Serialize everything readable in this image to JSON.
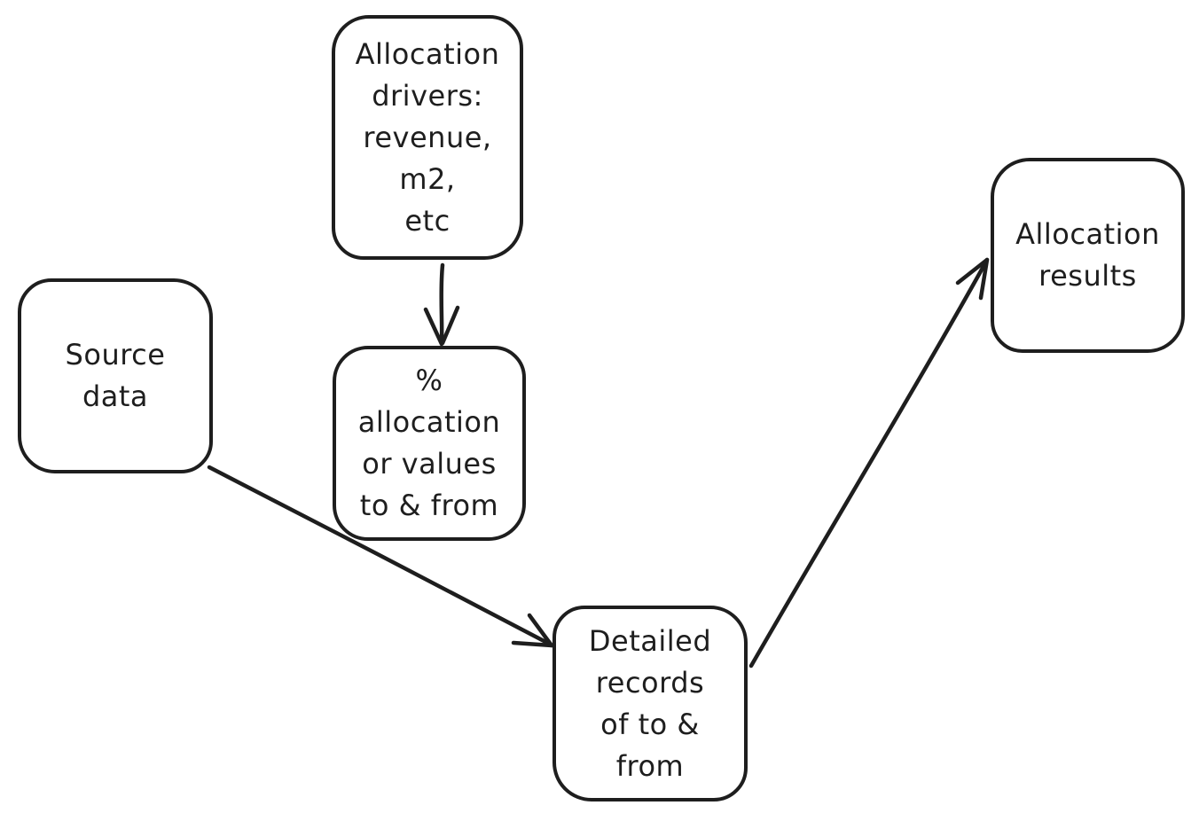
{
  "diagram": {
    "background_color": "#ffffff",
    "stroke_color": "#1e1e1e",
    "nodes": [
      {
        "id": "allocation-drivers",
        "label": "Allocation\ndrivers:\nrevenue,\nm2,\netc"
      },
      {
        "id": "source-data",
        "label": "Source\ndata"
      },
      {
        "id": "pct-allocation",
        "label": "%\nallocation\nor values\nto & from"
      },
      {
        "id": "detailed-records",
        "label": "Detailed\nrecords\nof to &\nfrom"
      },
      {
        "id": "allocation-results",
        "label": "Allocation\nresults"
      }
    ],
    "edges": [
      {
        "from": "allocation-drivers",
        "to": "pct-allocation"
      },
      {
        "from": "source-data",
        "to": "detailed-records"
      },
      {
        "from": "detailed-records",
        "to": "allocation-results"
      }
    ]
  }
}
